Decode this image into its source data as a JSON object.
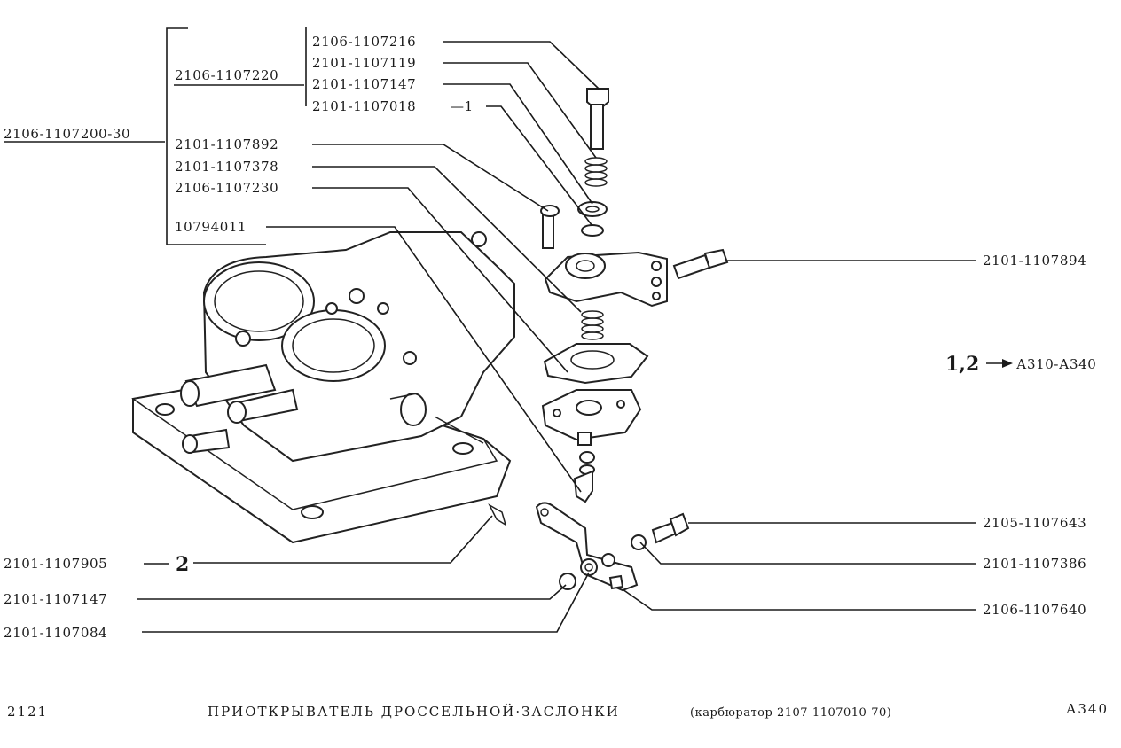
{
  "labels": {
    "group_main": "2106-1107200-30",
    "group_sub": "2106-1107220",
    "screw_top": "2106-1107216",
    "spring_top": "2101-1107119",
    "washer_top": "2101-1107147",
    "ring_top": "2101-1107018",
    "ring_top_ref": "—1",
    "screw_left": "2101-1107892",
    "spring_mid": "2101-1107378",
    "diaphragm": "2106-1107230",
    "tube": "10794011",
    "screw_right": "2101-1107894",
    "ref_note": "1,2",
    "ref_range": "А310-А340",
    "bolt": "2105-1107643",
    "washer_r": "2101-1107386",
    "lever": "2106-1107640",
    "cotter": "2101-1107905",
    "cotter_ref": "2",
    "washer_bl": "2101-1107147",
    "washer_bl2": "2101-1107084"
  },
  "footer": {
    "model": "2121",
    "title_main": "ПРИОТКРЫВАТЕЛЬ ДРОССЕЛЬНОЙ·ЗАСЛОНКИ",
    "title_sub": "(карбюратор 2107-1107010-70)",
    "page_code": "А340"
  }
}
